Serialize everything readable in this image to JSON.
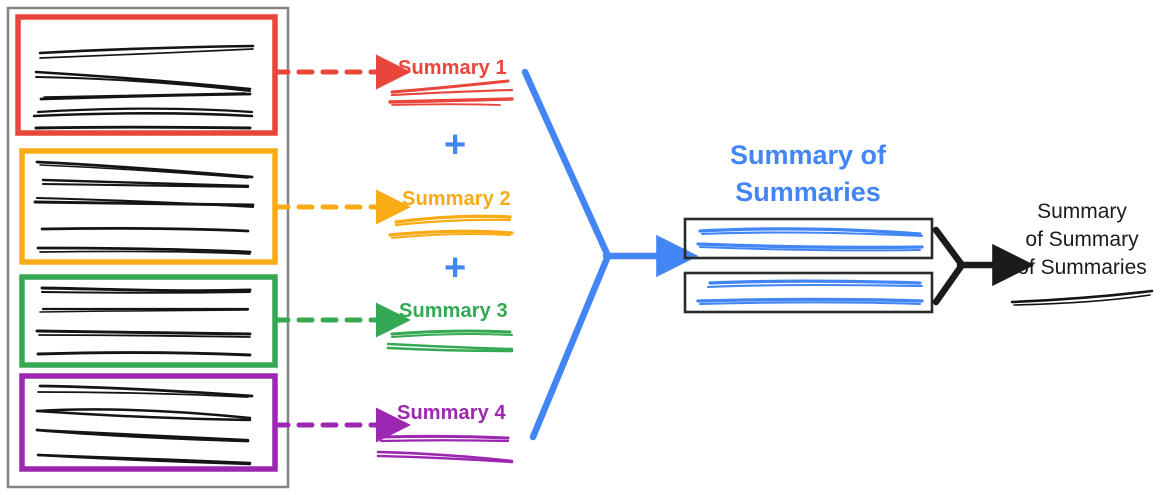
{
  "diagram": {
    "title_visible": false,
    "colors": {
      "red": "#E8453C",
      "orange": "#F9AB16",
      "green": "#34A853",
      "purple": "#9C27B0",
      "blue": "#4285F4",
      "black": "#1b1b1b",
      "gray_box": "#808080",
      "scribble": "#111111"
    },
    "source_panel": {
      "name": "document-collection",
      "groups": [
        {
          "id": "group-1",
          "color": "#E8453C",
          "line_count": 5
        },
        {
          "id": "group-2",
          "color": "#F9AB16",
          "line_count": 5
        },
        {
          "id": "group-3",
          "color": "#34A853",
          "line_count": 4
        },
        {
          "id": "group-4",
          "color": "#9C27B0",
          "line_count": 4
        }
      ]
    },
    "summaries": [
      {
        "id": "summary-1",
        "label": "Summary 1",
        "color": "#E8453C",
        "arrow": "dashed-arrow-red",
        "scribble_lines": 2
      },
      {
        "id": "summary-2",
        "label": "Summary 2",
        "color": "#F9AB16",
        "arrow": "dashed-arrow-orange",
        "scribble_lines": 2
      },
      {
        "id": "summary-3",
        "label": "Summary 3",
        "color": "#34A853",
        "arrow": "dashed-arrow-green",
        "scribble_lines": 2
      },
      {
        "id": "summary-4",
        "label": "Summary 4",
        "color": "#9C27B0",
        "arrow": "dashed-arrow-purple",
        "scribble_lines": 2
      }
    ],
    "operators": [
      {
        "id": "plus-1",
        "symbol": "+",
        "color": "#4285F4"
      },
      {
        "id": "plus-2",
        "symbol": "+",
        "color": "#4285F4"
      },
      {
        "id": "plus-3",
        "symbol": "+",
        "color": "#4285F4"
      }
    ],
    "merge": {
      "name": "blue-funnel-arrow",
      "color": "#4285F4"
    },
    "summary_of_summaries": {
      "title_line_1": "Summary of",
      "title_line_2": "Summaries",
      "color": "#4285F4",
      "boxes": [
        {
          "id": "sos-box-1",
          "scribble_lines": 2
        },
        {
          "id": "sos-box-2",
          "scribble_lines": 2
        }
      ]
    },
    "final_merge": {
      "name": "black-merge-arrow",
      "color": "#1b1b1b"
    },
    "final_output": {
      "title_line_1": "Summary",
      "title_line_2": "of Summary",
      "title_line_3": "of Summaries",
      "color": "#1b1b1b",
      "scribble_lines": 1
    }
  }
}
